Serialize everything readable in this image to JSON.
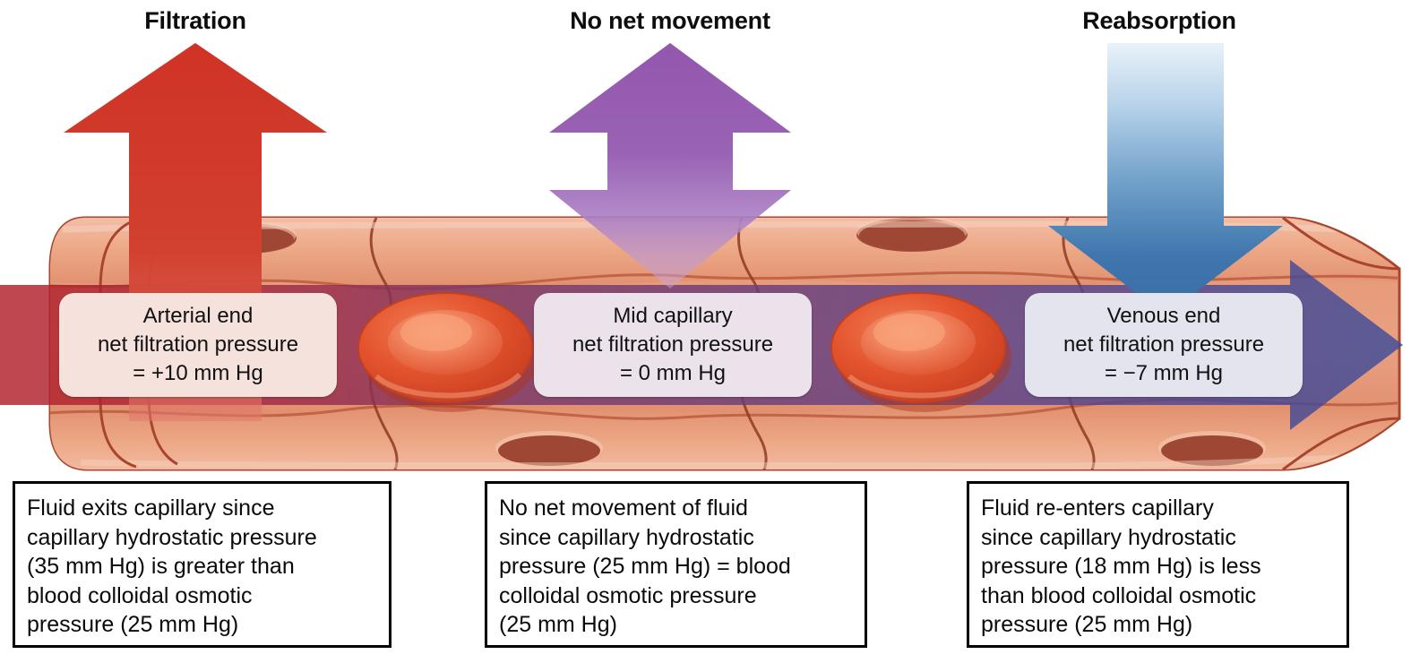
{
  "figure": {
    "title_filtration": "Filtration",
    "title_no_net": "No net movement",
    "title_reabsorption": "Reabsorption"
  },
  "arrows": [
    {
      "name": "filtration-arrow",
      "label": "Filtration",
      "direction": "up",
      "color": "#d1372b",
      "color_light": "#e06052"
    },
    {
      "name": "no-net-movement-arrow",
      "label": "No net movement",
      "direction": "up-down",
      "color": "#9257ae",
      "color_light": "#c6a6da"
    },
    {
      "name": "reabsorption-arrow",
      "label": "Reabsorption",
      "direction": "down",
      "color": "#3a72ab",
      "color_light": "#dbeaf6"
    }
  ],
  "capillary_labels": [
    {
      "name": "arterial-end-label",
      "line1": "Arterial end",
      "line2": "net filtration pressure",
      "line3": "= +10 mm Hg",
      "bg": "#f6e2dd"
    },
    {
      "name": "mid-capillary-label",
      "line1": "Mid capillary",
      "line2": "net filtration pressure",
      "line3": "= 0 mm Hg",
      "bg": "#ece2ec"
    },
    {
      "name": "venous-end-label",
      "line1": "Venous end",
      "line2": "net filtration pressure",
      "line3": "= −7 mm Hg",
      "bg": "#e4e4ee"
    }
  ],
  "captions": [
    {
      "name": "filtration-caption",
      "lines": [
        "Fluid exits capillary since",
        "capillary hydrostatic pressure",
        "(35 mm Hg) is greater than",
        "blood colloidal osmotic",
        "pressure (25 mm Hg)"
      ]
    },
    {
      "name": "no-net-movement-caption",
      "lines": [
        "No net movement of fluid",
        "since capillary hydrostatic",
        "pressure (25 mm Hg) = blood",
        "colloidal osmotic pressure",
        "(25 mm Hg)"
      ]
    },
    {
      "name": "reabsorption-caption",
      "lines": [
        "Fluid re-enters capillary",
        "since capillary hydrostatic",
        "pressure (18 mm Hg) is less",
        "than blood colloidal osmotic",
        "pressure (25 mm Hg)"
      ]
    }
  ],
  "colors": {
    "vessel_wall": "#e59a7d",
    "vessel_wall_light": "#f0b39a",
    "vessel_outline": "#a8452c",
    "nucleus": "#a4503c",
    "rbc": "#e2512e",
    "flow_red": "#b5252c",
    "flow_purple": "#6f3d73",
    "flow_blue": "#3d4a96",
    "arrow_red": "#d1372b",
    "arrow_purple": "#9257ae",
    "arrow_blue": "#3a72ab",
    "caption_border": "#000000"
  }
}
